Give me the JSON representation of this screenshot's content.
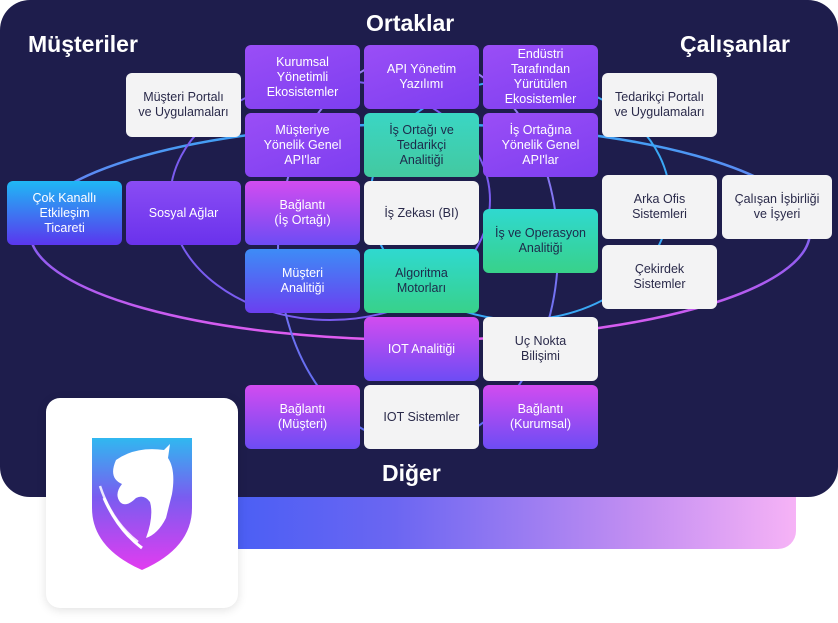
{
  "labels": {
    "partners": "Ortaklar",
    "customers": "Müşteriler",
    "employees": "Çalışanlar",
    "other": "Diğer"
  },
  "boxes": {
    "enterprise_managed_ecosystems": "Kurumsal\nYönetimli\nEkosistemler",
    "api_management_software": "API Yönetim\nYazılımı",
    "industry_driven_ecosystems": "Endüstri\nTarafından\nYürütülen\nEkosistemler",
    "customer_portals_apps": "Müşteri Portalı\nve Uygulamaları",
    "supplier_portals_apps": "Tedarikçi Portalı\nve Uygulamaları",
    "customer_facing_apis": "Müşteriye\nYönelik Genel\nAPI'lar",
    "partner_supplier_analytics": "İş Ortağı ve\nTedarikçi\nAnalitiği",
    "partner_facing_apis": "İş Ortağına\nYönelik Genel\nAPI'lar",
    "omnichannel_commerce": "Çok Kanallı\nEtkileşim\nTicareti",
    "social_networks": "Sosyal Ağlar",
    "connectivity_partner": "Bağlantı\n(İş Ortağı)",
    "business_intelligence": "İş Zekası (BI)",
    "business_operations_analytics": "İş ve Operasyon\nAnalitiği",
    "back_office_systems": "Arka Ofis\nSistemleri",
    "employee_collaboration": "Çalışan İşbirliği\nve İşyeri",
    "customer_analytics": "Müşteri\nAnalitiği",
    "algorithm_engines": "Algoritma\nMotorları",
    "core_systems": "Çekirdek\nSistemler",
    "iot_analytics": "IOT Analitiği",
    "edge_computing": "Uç Nokta\nBilişimi",
    "connectivity_customer": "Bağlantı\n(Müşteri)",
    "iot_systems": "IOT Sistemler",
    "connectivity_enterprise": "Bağlantı\n(Kurumsal)"
  },
  "colors": {
    "panel": "#1e1d4c",
    "line_blue": "#3aa8f5",
    "line_violet": "#8f5cf0",
    "line_pink": "#e25cf0"
  }
}
